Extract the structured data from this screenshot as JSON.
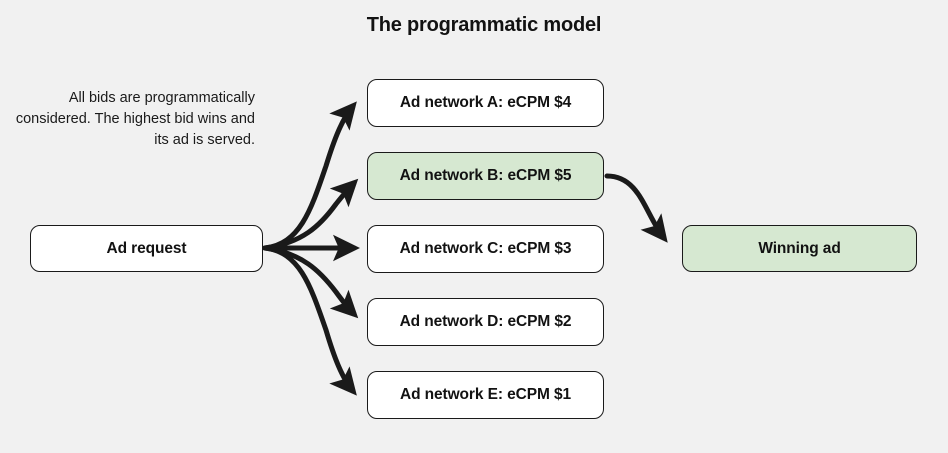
{
  "diagram": {
    "title": "The programmatic model",
    "background_color": "#f1f1f1",
    "caption": "All bids are programmatically considered. The highest bid wins and its ad is served.",
    "source_node": {
      "label": "Ad request",
      "fill": "#ffffff"
    },
    "networks": [
      {
        "label": "Ad network A: eCPM $4",
        "fill": "#ffffff",
        "winner": false
      },
      {
        "label": "Ad network B: eCPM $5",
        "fill": "#d6e8d1",
        "winner": true
      },
      {
        "label": "Ad network C: eCPM $3",
        "fill": "#ffffff",
        "winner": false
      },
      {
        "label": "Ad network D: eCPM $2",
        "fill": "#ffffff",
        "winner": false
      },
      {
        "label": "Ad network E: eCPM $1",
        "fill": "#ffffff",
        "winner": false
      }
    ],
    "result_node": {
      "label": "Winning ad",
      "fill": "#d6e8d1"
    },
    "stroke_color": "#1a1a1a"
  }
}
